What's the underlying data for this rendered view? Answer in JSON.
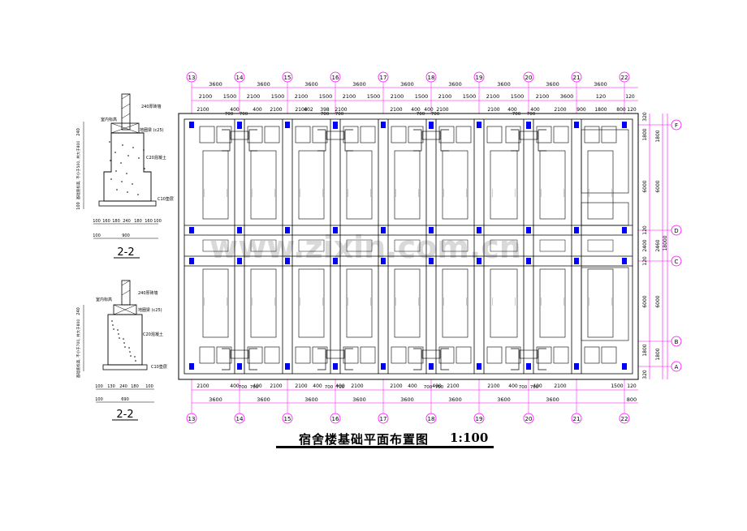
{
  "plan": {
    "axis_top": [
      "13",
      "14",
      "15",
      "16",
      "17",
      "18",
      "19",
      "20",
      "21",
      "22"
    ],
    "axis_bottom": [
      "13",
      "14",
      "15",
      "16",
      "17",
      "18",
      "19",
      "20",
      "21",
      "22"
    ],
    "axis_right": [
      "F",
      "D",
      "C",
      "B",
      "A"
    ],
    "top_dims_1": [
      "3600",
      "3600",
      "3600",
      "3600",
      "3600",
      "3600",
      "3600",
      "3600",
      "3600"
    ],
    "top_dims_2": [
      "2100",
      "1500",
      "2100",
      "1500",
      "2100",
      "1500",
      "2100",
      "1500",
      "2100",
      "1500",
      "2100",
      "1500",
      "2100",
      "1500",
      "2100",
      "3600",
      "120"
    ],
    "top_dims_3": [
      "2100",
      "400",
      "400",
      "2100",
      "2100",
      "402",
      "398",
      "2100",
      "2100",
      "400",
      "400",
      "2100",
      "2100",
      "400",
      "400",
      "2100",
      "900",
      "1800",
      "800",
      "120"
    ],
    "top_dims_3b": [
      "700",
      "700",
      "700",
      "700",
      "700",
      "700",
      "700",
      "700"
    ],
    "bottom_dims_1": [
      "2100",
      "400",
      "400",
      "2100",
      "2100",
      "400",
      "400",
      "2100",
      "2100",
      "400",
      "400",
      "2100",
      "2100",
      "400",
      "400",
      "2100",
      "1500",
      "120"
    ],
    "bottom_dims_1b": [
      "700",
      "700",
      "700",
      "700",
      "700",
      "700",
      "700",
      "700"
    ],
    "bottom_dims_2": [
      "3600",
      "3600",
      "3600",
      "3600",
      "3600",
      "3600",
      "3600",
      "3600",
      "800"
    ],
    "right_dims_inner": [
      "320",
      "1800",
      "6000",
      "120",
      "2400",
      "120",
      "6000",
      "1800",
      "320"
    ],
    "right_dims_outer": [
      "1800",
      "6000",
      "2460",
      "6000",
      "1800"
    ],
    "right_total": "18000",
    "watermark": "www.zixin.com.cn"
  },
  "section_top": {
    "labels": [
      "240厚砖墙",
      "室内标高",
      "地圈梁 (c25)",
      "C20混凝土",
      "C10垫层"
    ],
    "left_dims": [
      "240",
      "基础底标高, 不小于500, 并大于800",
      "100"
    ],
    "bottom_dims": [
      "100",
      "160",
      "180",
      "240",
      "180",
      "160",
      "100"
    ],
    "bottom_total": "900",
    "bottom_sub": "100",
    "caption": "2-2"
  },
  "section_bottom": {
    "labels": [
      "240厚砖墙",
      "室内标高",
      "地圈梁 (c25)",
      "C20混凝土",
      "C10垫层"
    ],
    "left_dims": [
      "240",
      "基础底标高, 不小于700, 并大于800"
    ],
    "bottom_dims": [
      "100",
      "130",
      "240",
      "180",
      "100"
    ],
    "bottom_total": "690",
    "bottom_sub": "100",
    "caption": "2-2"
  },
  "title": {
    "name": "宿舍楼基础平面布置图",
    "scale": "1:100"
  },
  "colors": {
    "dim": "#ff00ff",
    "axis": "#ff00ff",
    "column": "#0000ff",
    "wall": "#000000",
    "grid_label": "#9a9a9a"
  }
}
